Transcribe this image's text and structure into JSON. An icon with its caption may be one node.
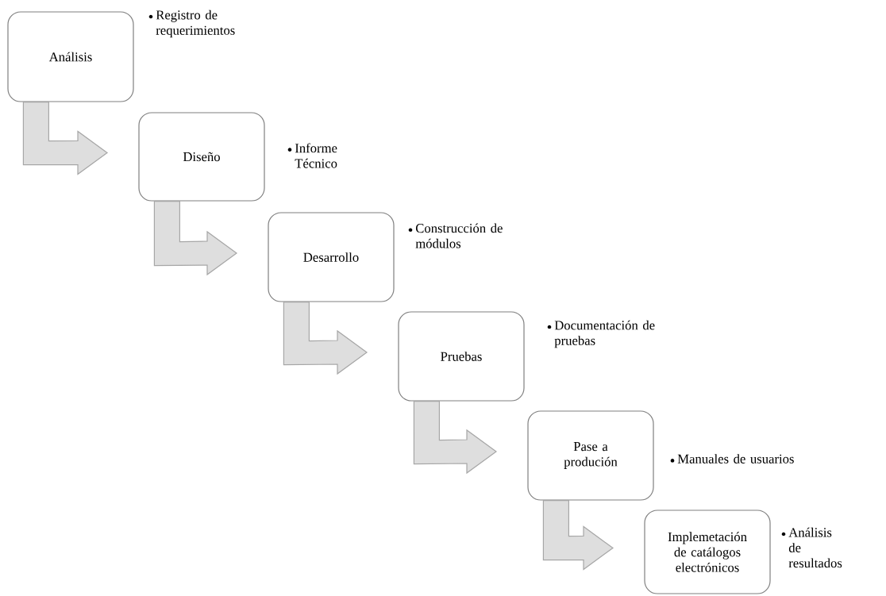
{
  "diagram": {
    "nodes": [
      {
        "text": [
          "Análisis"
        ],
        "beside": [
          "Registro de requerimientos"
        ]
      },
      {
        "text": [
          "Diseño"
        ],
        "beside": [
          "Informe Técnico"
        ]
      },
      {
        "text": [
          "Desarrollo"
        ],
        "beside": [
          "Construcción de módulos"
        ]
      },
      {
        "text": [
          "Pruebas"
        ],
        "beside": [
          "Documentación de pruebas"
        ]
      },
      {
        "text": [
          "Pase a produción"
        ],
        "beside": [
          "Manuales de usuarios"
        ]
      },
      {
        "text": [
          "Implemetación de catálogos electrónicos"
        ],
        "beside": [
          "Análisis de resultados"
        ]
      }
    ],
    "edges": [
      {
        "from": 0,
        "to": 1,
        "arrow": "to"
      },
      {
        "from": 1,
        "to": 2,
        "arrow": "to"
      },
      {
        "from": 2,
        "to": 3,
        "arrow": "to"
      },
      {
        "from": 3,
        "to": 4,
        "arrow": "to"
      },
      {
        "from": 4,
        "to": 5,
        "arrow": "to"
      }
    ]
  }
}
